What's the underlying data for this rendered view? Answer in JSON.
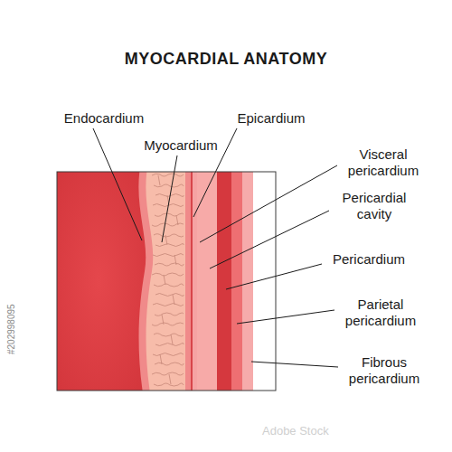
{
  "diagram": {
    "title": "MYOCARDIAL ANATOMY",
    "labels": [
      "Endocardium",
      "Myocardium",
      "Epicardium",
      "Visceral pericardium",
      "Pericardial cavity",
      "Pericardium",
      "Parietal pericardium",
      "Fibrous pericardium",
      "Adobe Stock",
      "#202998095"
    ]
  }
}
